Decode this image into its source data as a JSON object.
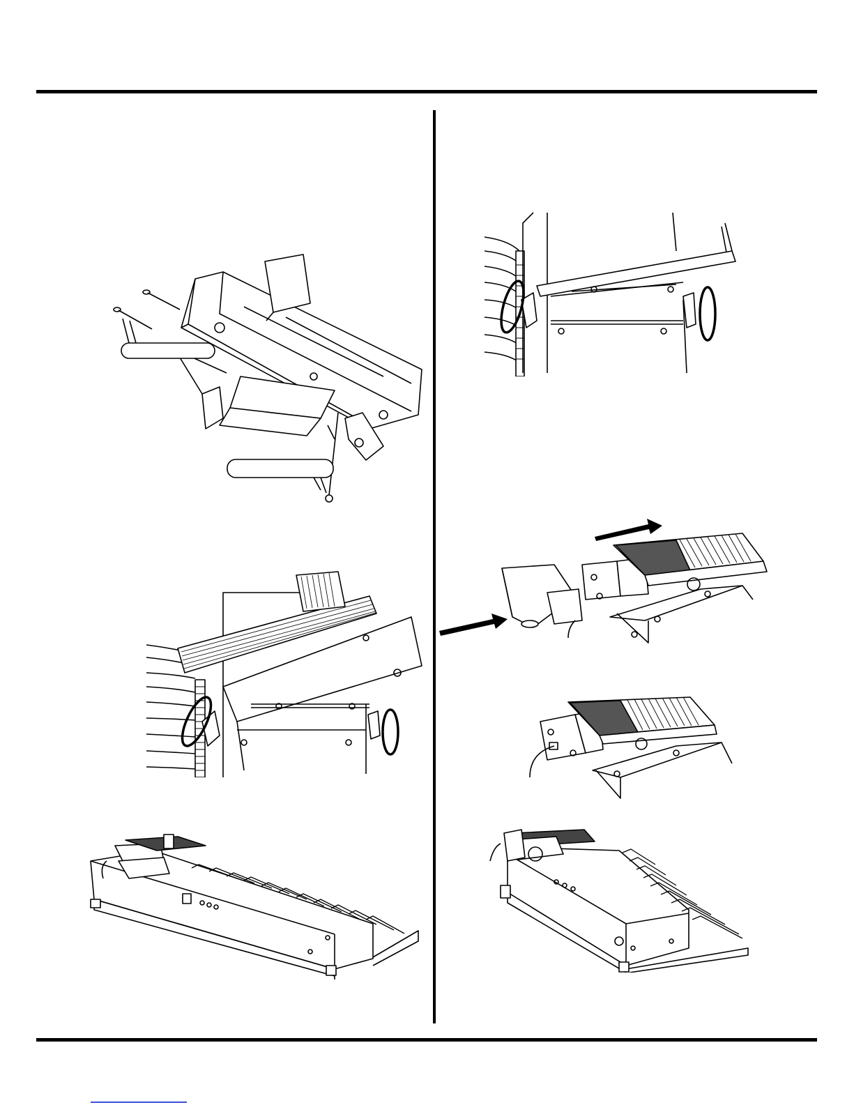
{
  "page": {
    "callouts": [
      {
        "id": "callout-upper-screws",
        "text": ""
      },
      {
        "id": "callout-lower-screw",
        "text": ""
      }
    ],
    "rotate_arrows": [
      "clockwise",
      "counterclockwise"
    ],
    "slide_arrows": [
      "left",
      "right"
    ],
    "colors": {
      "ink": "#000000",
      "paper": "#ffffff",
      "footer_link": "#3b4fd4"
    }
  }
}
